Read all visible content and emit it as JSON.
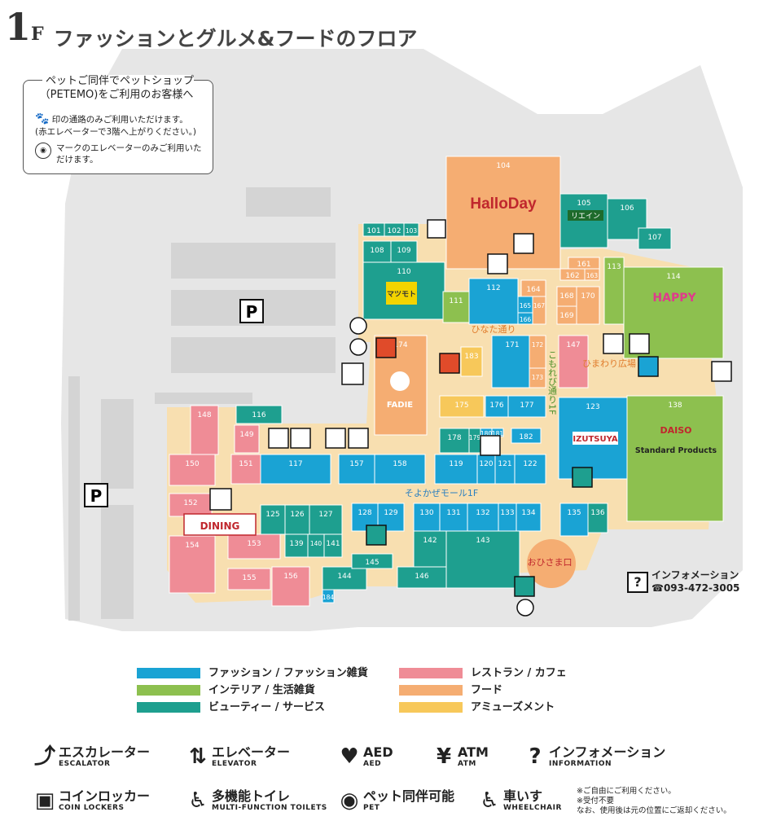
{
  "header": {
    "floor": "1",
    "floor_suffix": "F",
    "title": "ファッションとグルメ&フードのフロア"
  },
  "pet_note": {
    "heading": "ペットご同伴でペットショップ（PETEMO)をご利用のお客様へ",
    "line1": "印の通路のみご利用いただけます。",
    "line2": "(赤エレベーターで3階へ上がりください。)",
    "line3": "マークのエレベーターのみご利用いただけます。"
  },
  "colors": {
    "fashion": "#1aa3d4",
    "interior": "#8dc04f",
    "beauty": "#1e9f8f",
    "restaurant": "#ef8c96",
    "food": "#f5ad72",
    "amusement": "#f7c85a",
    "corridor": "#f8dfb0",
    "building": "#f0f0f0",
    "ground": "#e6e6e6",
    "parking": "#d8d8d8"
  },
  "stores": [
    {
      "id": "104",
      "label": "104",
      "cat": "food"
    },
    {
      "id": "105",
      "label": "105",
      "cat": "beauty"
    },
    {
      "id": "106",
      "label": "106",
      "cat": "beauty"
    },
    {
      "id": "107",
      "label": "107",
      "cat": "beauty"
    },
    {
      "id": "101",
      "label": "101",
      "cat": "beauty"
    },
    {
      "id": "102",
      "label": "102",
      "cat": "beauty"
    },
    {
      "id": "103",
      "label": "103",
      "cat": "beauty"
    },
    {
      "id": "108",
      "label": "108",
      "cat": "beauty"
    },
    {
      "id": "109",
      "label": "109",
      "cat": "beauty"
    },
    {
      "id": "110",
      "label": "110",
      "cat": "beauty"
    },
    {
      "id": "111",
      "label": "111",
      "cat": "interior"
    },
    {
      "id": "112",
      "label": "112",
      "cat": "fashion"
    },
    {
      "id": "113",
      "label": "113",
      "cat": "interior"
    },
    {
      "id": "114",
      "label": "114",
      "cat": "interior"
    },
    {
      "id": "161",
      "label": "161",
      "cat": "food"
    },
    {
      "id": "162",
      "label": "162",
      "cat": "food"
    },
    {
      "id": "163",
      "label": "163",
      "cat": "food"
    },
    {
      "id": "164",
      "label": "164",
      "cat": "food"
    },
    {
      "id": "165",
      "label": "165",
      "cat": "fashion"
    },
    {
      "id": "166",
      "label": "166",
      "cat": "fashion"
    },
    {
      "id": "167",
      "label": "167",
      "cat": "food"
    },
    {
      "id": "168",
      "label": "168",
      "cat": "food"
    },
    {
      "id": "169",
      "label": "169",
      "cat": "food"
    },
    {
      "id": "170",
      "label": "170",
      "cat": "food"
    },
    {
      "id": "171",
      "label": "171",
      "cat": "fashion"
    },
    {
      "id": "172",
      "label": "172",
      "cat": "food"
    },
    {
      "id": "173",
      "label": "173",
      "cat": "food"
    },
    {
      "id": "147",
      "label": "147",
      "cat": "restaurant"
    },
    {
      "id": "174",
      "label": "174",
      "cat": "food"
    },
    {
      "id": "183",
      "label": "183",
      "cat": "amusement"
    },
    {
      "id": "175",
      "label": "175",
      "cat": "amusement"
    },
    {
      "id": "176",
      "label": "176",
      "cat": "fashion"
    },
    {
      "id": "177",
      "label": "177",
      "cat": "fashion"
    },
    {
      "id": "123",
      "label": "123",
      "cat": "fashion"
    },
    {
      "id": "138",
      "label": "138",
      "cat": "interior"
    },
    {
      "id": "178",
      "label": "178",
      "cat": "beauty"
    },
    {
      "id": "179",
      "label": "179",
      "cat": "beauty"
    },
    {
      "id": "180",
      "label": "180",
      "cat": "fashion"
    },
    {
      "id": "181",
      "label": "181",
      "cat": "fashion"
    },
    {
      "id": "182",
      "label": "182",
      "cat": "fashion"
    },
    {
      "id": "116",
      "label": "116",
      "cat": "beauty"
    },
    {
      "id": "148",
      "label": "148",
      "cat": "restaurant"
    },
    {
      "id": "149",
      "label": "149",
      "cat": "restaurant"
    },
    {
      "id": "150",
      "label": "150",
      "cat": "restaurant"
    },
    {
      "id": "151",
      "label": "151",
      "cat": "restaurant"
    },
    {
      "id": "117",
      "label": "117",
      "cat": "fashion"
    },
    {
      "id": "157",
      "label": "157",
      "cat": "fashion"
    },
    {
      "id": "158",
      "label": "158",
      "cat": "fashion"
    },
    {
      "id": "119",
      "label": "119",
      "cat": "fashion"
    },
    {
      "id": "120",
      "label": "120",
      "cat": "fashion"
    },
    {
      "id": "121",
      "label": "121",
      "cat": "fashion"
    },
    {
      "id": "122",
      "label": "122",
      "cat": "fashion"
    },
    {
      "id": "152",
      "label": "152",
      "cat": "restaurant"
    },
    {
      "id": "153",
      "label": "153",
      "cat": "restaurant"
    },
    {
      "id": "154",
      "label": "154",
      "cat": "restaurant"
    },
    {
      "id": "155",
      "label": "155",
      "cat": "restaurant"
    },
    {
      "id": "156",
      "label": "156",
      "cat": "restaurant"
    },
    {
      "id": "125",
      "label": "125",
      "cat": "beauty"
    },
    {
      "id": "126",
      "label": "126",
      "cat": "beauty"
    },
    {
      "id": "127",
      "label": "127",
      "cat": "beauty"
    },
    {
      "id": "139",
      "label": "139",
      "cat": "beauty"
    },
    {
      "id": "140",
      "label": "140",
      "cat": "beauty"
    },
    {
      "id": "141",
      "label": "141",
      "cat": "beauty"
    },
    {
      "id": "144",
      "label": "144",
      "cat": "beauty"
    },
    {
      "id": "184",
      "label": "184",
      "cat": "fashion"
    },
    {
      "id": "128",
      "label": "128",
      "cat": "fashion"
    },
    {
      "id": "129",
      "label": "129",
      "cat": "fashion"
    },
    {
      "id": "145",
      "label": "145",
      "cat": "beauty"
    },
    {
      "id": "130",
      "label": "130",
      "cat": "fashion"
    },
    {
      "id": "131",
      "label": "131",
      "cat": "fashion"
    },
    {
      "id": "132",
      "label": "132",
      "cat": "fashion"
    },
    {
      "id": "133",
      "label": "133",
      "cat": "fashion"
    },
    {
      "id": "134",
      "label": "134",
      "cat": "fashion"
    },
    {
      "id": "142",
      "label": "142",
      "cat": "beauty"
    },
    {
      "id": "143",
      "label": "143",
      "cat": "beauty"
    },
    {
      "id": "146",
      "label": "146",
      "cat": "beauty"
    },
    {
      "id": "135",
      "label": "135",
      "cat": "fashion"
    },
    {
      "id": "136",
      "label": "136",
      "cat": "beauty"
    }
  ],
  "brands": {
    "halloday": "HalloDay",
    "izutsuya": "IZUTSUYA",
    "daiso": "DAISO",
    "standard": "Standard Products",
    "fadie": "FADIE",
    "dining": "DINING",
    "happy": "HAPPY",
    "mart": "マツモト",
    "rion": "リエイン"
  },
  "places": {
    "hinata": "ひなた通り",
    "himawari": "ひまわり広場",
    "komorebi": "こもれび通り1F",
    "soyokaze": "そよかぜモール1F",
    "ohisama": "おひさま口"
  },
  "info": {
    "label": "インフォメーション",
    "phone": "☎093-472-3005"
  },
  "legend": [
    {
      "label": "ファッション / ファッション雑貨",
      "color": "#1aa3d4"
    },
    {
      "label": "インテリア / 生活雑貨",
      "color": "#8dc04f"
    },
    {
      "label": "ビューティー / サービス",
      "color": "#1e9f8f"
    },
    {
      "label": "レストラン / カフェ",
      "color": "#ef8c96"
    },
    {
      "label": "フード",
      "color": "#f5ad72"
    },
    {
      "label": "アミューズメント",
      "color": "#f7c85a"
    }
  ],
  "icons": [
    {
      "icon": "escalator-icon",
      "glyph": "⤴",
      "jp": "エスカレーター",
      "en": "ESCALATOR"
    },
    {
      "icon": "elevator-icon",
      "glyph": "⇅",
      "jp": "エレベーター",
      "en": "ELEVATOR"
    },
    {
      "icon": "aed-icon",
      "glyph": "♥",
      "jp": "AED",
      "en": "AED"
    },
    {
      "icon": "atm-icon",
      "glyph": "¥",
      "jp": "ATM",
      "en": "ATM"
    },
    {
      "icon": "information-icon",
      "glyph": "?",
      "jp": "インフォメーション",
      "en": "INFORMATION"
    },
    {
      "icon": "coin-locker-icon",
      "glyph": "▣",
      "jp": "コインロッカー",
      "en": "COIN LOCKERS"
    },
    {
      "icon": "toilet-icon",
      "glyph": "♿",
      "jp": "多機能トイレ",
      "en": "MULTI-FUNCTION TOILETS"
    },
    {
      "icon": "pet-icon",
      "glyph": "◉",
      "jp": "ペット同伴可能",
      "en": "PET"
    },
    {
      "icon": "wheelchair-icon",
      "glyph": "♿",
      "jp": "車いす",
      "en": "WHEELCHAIR"
    }
  ],
  "footnote": [
    "※ご自由にご利用ください。",
    "※受付不要",
    "なお、使用後は元の位置にご返却ください。"
  ],
  "parking_label": "P"
}
